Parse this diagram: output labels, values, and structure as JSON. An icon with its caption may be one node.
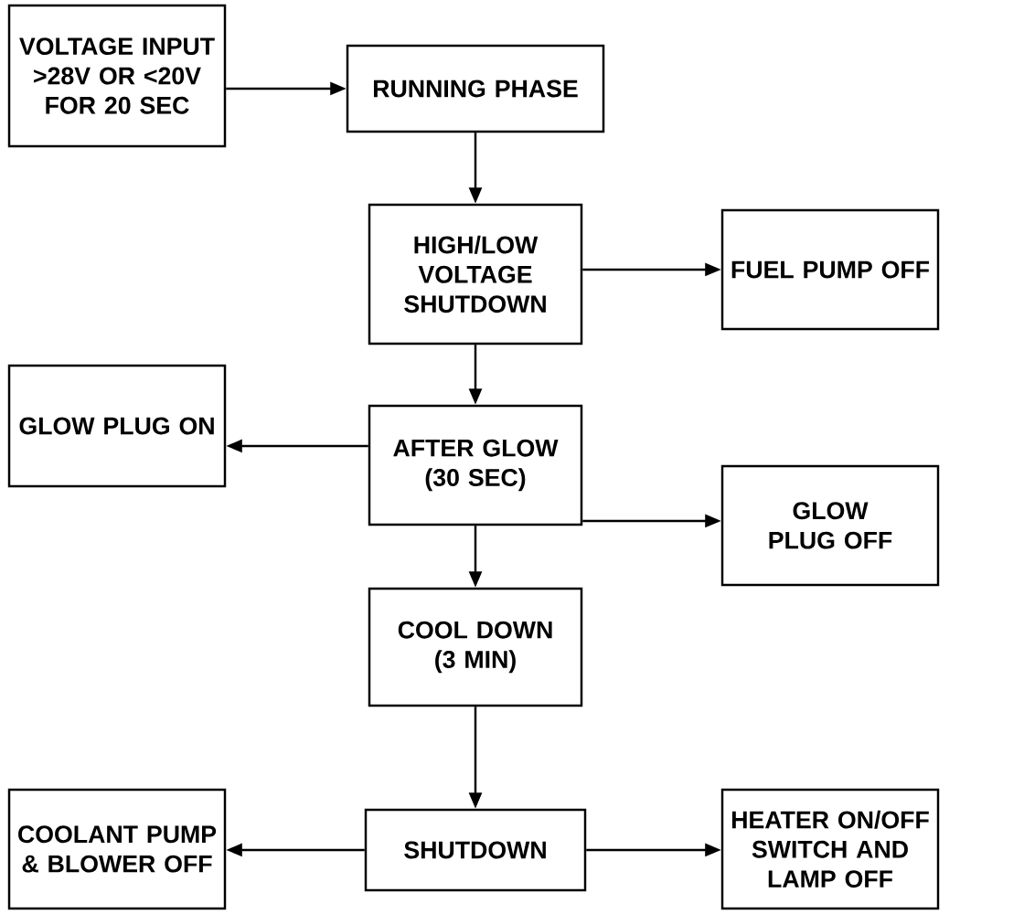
{
  "diagram": {
    "nodes": [
      {
        "text": [
          "VOLTAGE INPUT >28V OR <20V FOR 20 SEC"
        ]
      },
      {
        "text": [
          "RUNNING PHASE"
        ]
      },
      {
        "text": [
          "HIGH/LOW VOLTAGE SHUTDOWN"
        ]
      },
      {
        "text": [
          "FUEL PUMP OFF"
        ]
      },
      {
        "text": [
          "GLOW PLUG ON"
        ]
      },
      {
        "text": [
          "AFTER GLOW (30 SEC)"
        ]
      },
      {
        "text": [
          "GLOW PLUG OFF"
        ]
      },
      {
        "text": [
          "COOL DOWN (3 MIN)"
        ]
      },
      {
        "text": [
          "COOLANT PUMP & BLOWER OFF"
        ]
      },
      {
        "text": [
          "SHUTDOWN"
        ]
      },
      {
        "text": [
          "HEATER ON/OFF SWITCH AND LAMP OFF"
        ]
      }
    ],
    "edges": [
      {
        "from": 0,
        "to": 1,
        "arrow": "to"
      },
      {
        "from": 1,
        "to": 2,
        "arrow": "to"
      },
      {
        "from": 2,
        "to": 3,
        "arrow": "to"
      },
      {
        "from": 2,
        "to": 5,
        "arrow": "to"
      },
      {
        "from": 5,
        "to": 4,
        "arrow": "to"
      },
      {
        "from": 5,
        "to": 6,
        "arrow": "to"
      },
      {
        "from": 5,
        "to": 7,
        "arrow": "to"
      },
      {
        "from": 7,
        "to": 9,
        "arrow": "to"
      },
      {
        "from": 9,
        "to": 8,
        "arrow": "to"
      },
      {
        "from": 9,
        "to": 10,
        "arrow": "to"
      }
    ]
  }
}
